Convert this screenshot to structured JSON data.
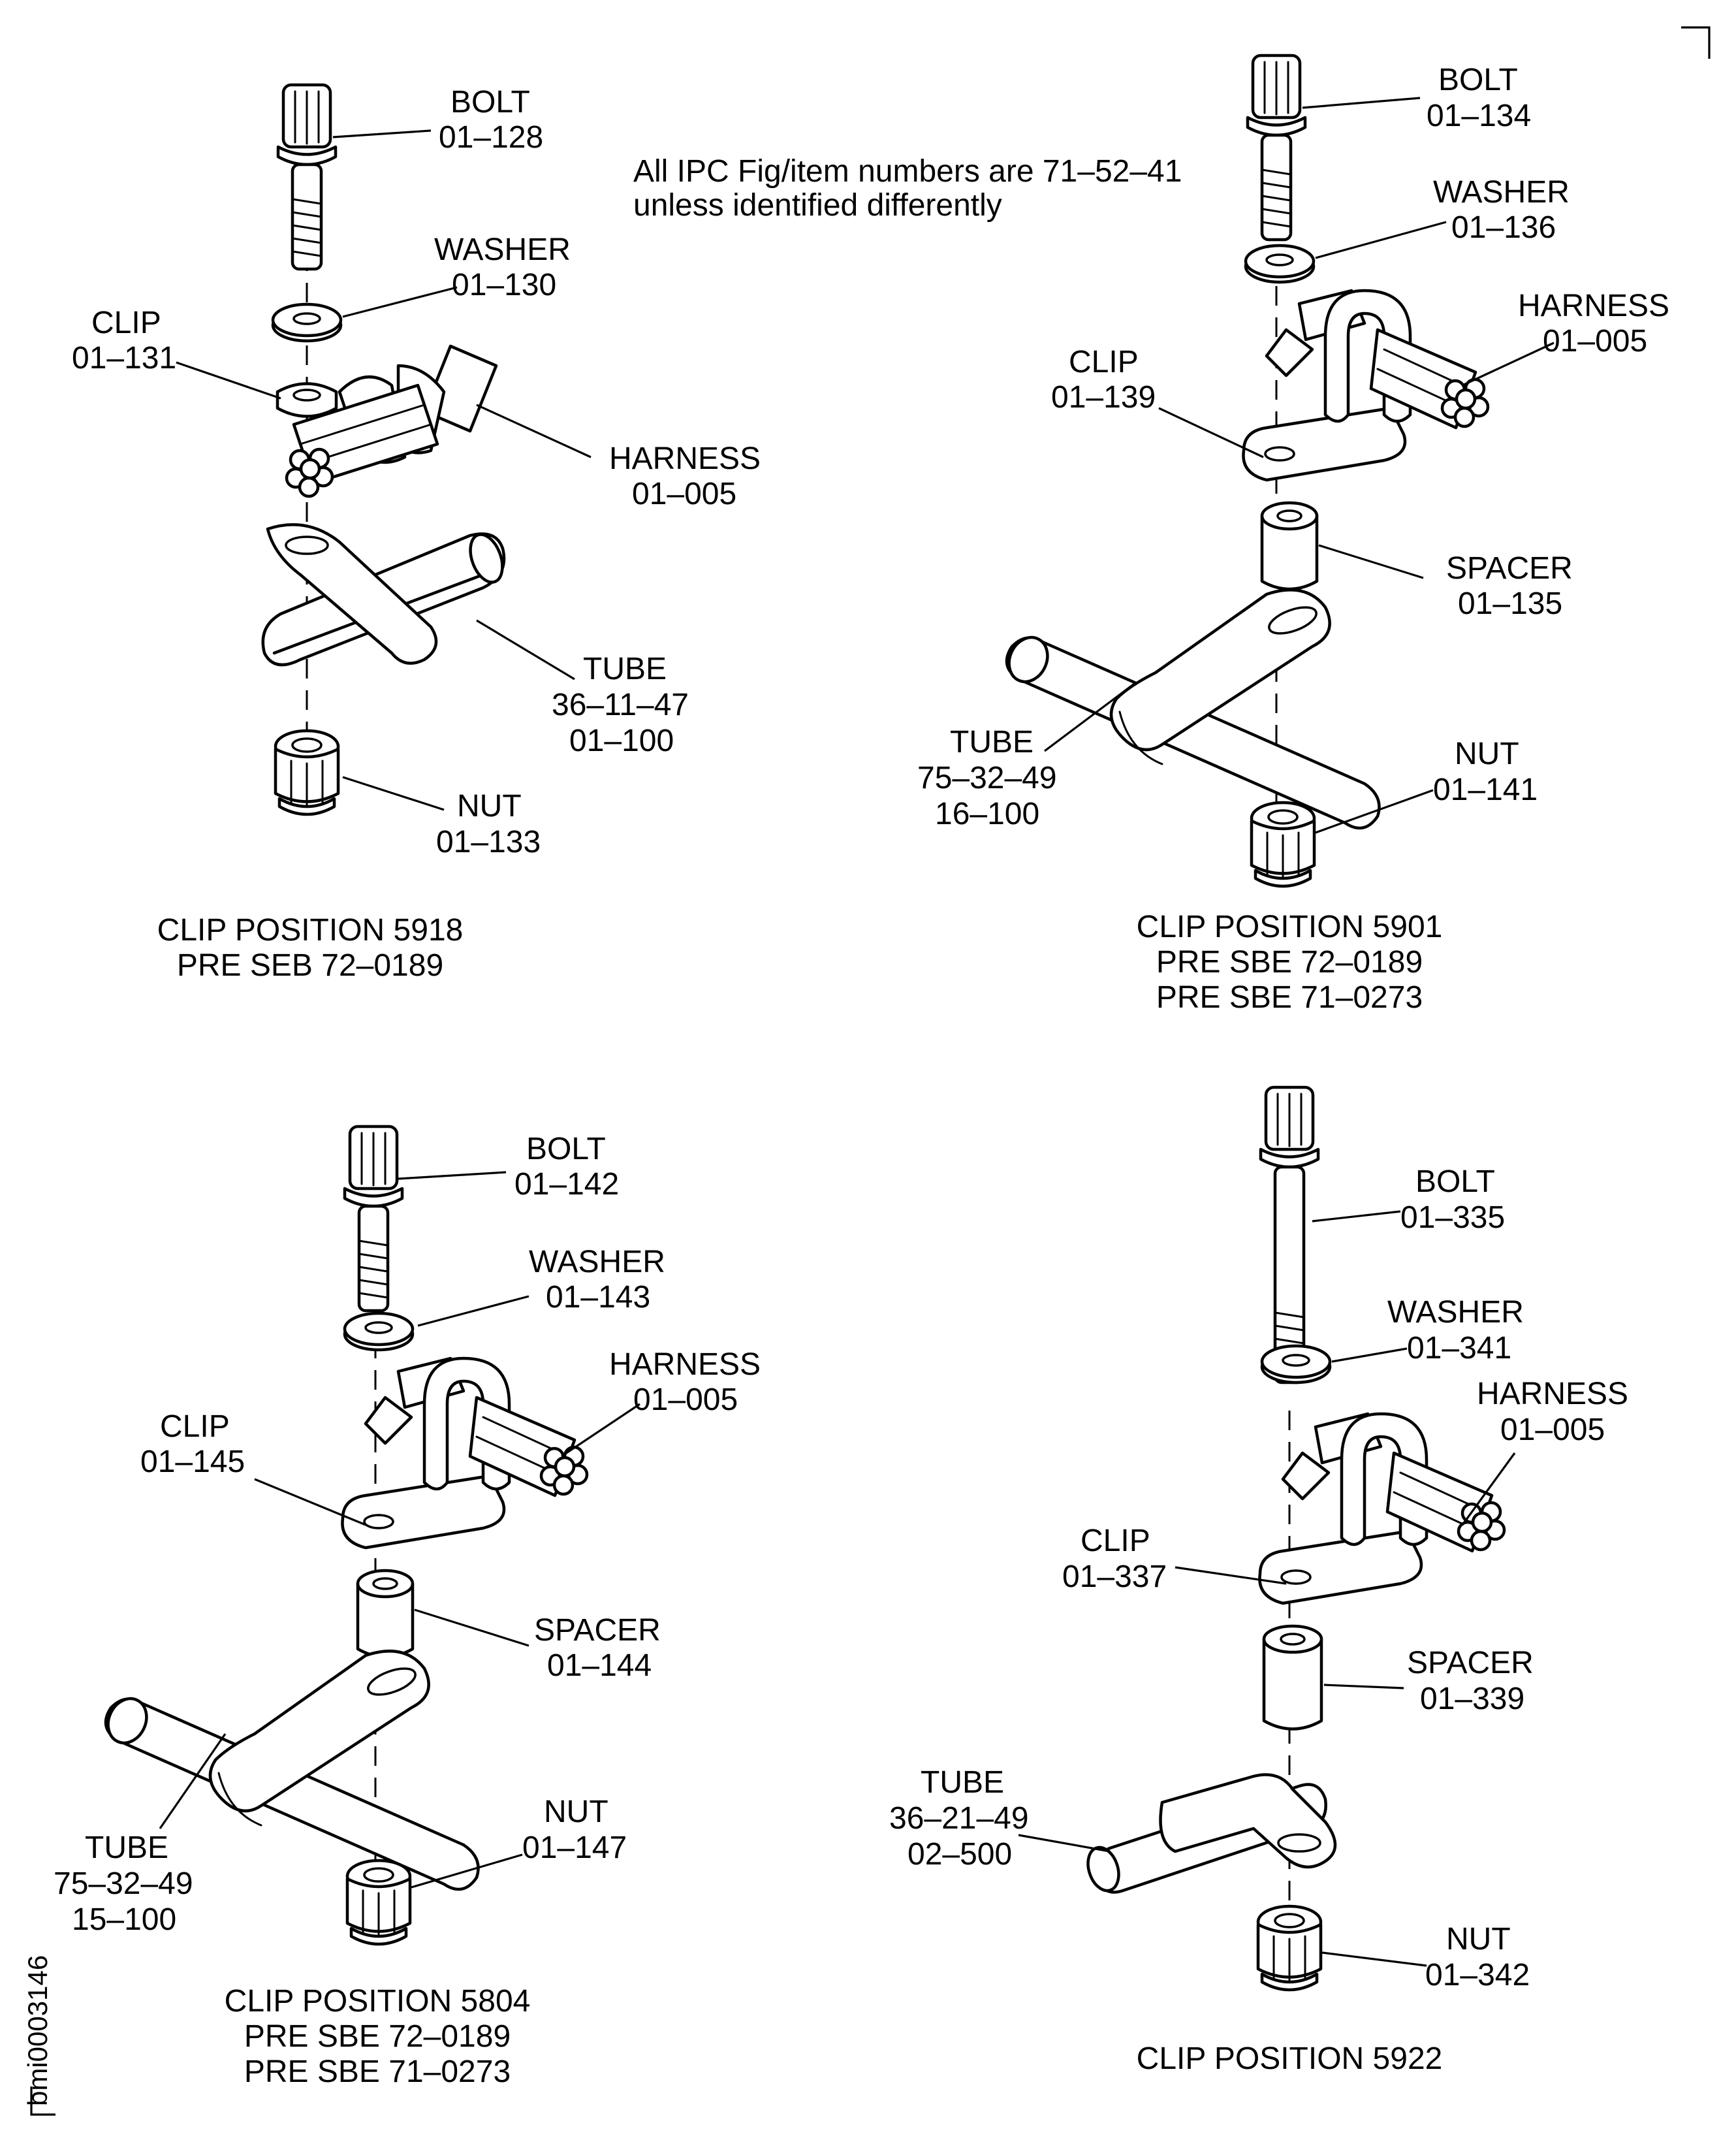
{
  "note": {
    "line1": "All IPC Fig/item numbers are 71–52–41",
    "line2": "unless identified differently"
  },
  "figure_id": "bmi0003146",
  "panels": [
    {
      "id": "5918",
      "caption": [
        "CLIP POSITION 5918",
        "PRE SEB 72–0189"
      ],
      "callouts": [
        {
          "name": "BOLT",
          "refs": [
            "01–128"
          ]
        },
        {
          "name": "WASHER",
          "refs": [
            "01–130"
          ]
        },
        {
          "name": "CLIP",
          "refs": [
            "01–131"
          ]
        },
        {
          "name": "HARNESS",
          "refs": [
            "01–005"
          ]
        },
        {
          "name": "TUBE",
          "refs": [
            "36–11–47",
            "01–100"
          ]
        },
        {
          "name": "NUT",
          "refs": [
            "01–133"
          ]
        }
      ]
    },
    {
      "id": "5901",
      "caption": [
        "CLIP POSITION 5901",
        "PRE SBE 72–0189",
        "PRE SBE 71–0273"
      ],
      "callouts": [
        {
          "name": "BOLT",
          "refs": [
            "01–134"
          ]
        },
        {
          "name": "WASHER",
          "refs": [
            "01–136"
          ]
        },
        {
          "name": "HARNESS",
          "refs": [
            "01–005"
          ]
        },
        {
          "name": "CLIP",
          "refs": [
            "01–139"
          ]
        },
        {
          "name": "SPACER",
          "refs": [
            "01–135"
          ]
        },
        {
          "name": "TUBE",
          "refs": [
            "75–32–49",
            "16–100"
          ]
        },
        {
          "name": "NUT",
          "refs": [
            "01–141"
          ]
        }
      ]
    },
    {
      "id": "5804",
      "caption": [
        "CLIP POSITION 5804",
        "PRE SBE 72–0189",
        "PRE SBE 71–0273"
      ],
      "callouts": [
        {
          "name": "BOLT",
          "refs": [
            "01–142"
          ]
        },
        {
          "name": "WASHER",
          "refs": [
            "01–143"
          ]
        },
        {
          "name": "HARNESS",
          "refs": [
            "01–005"
          ]
        },
        {
          "name": "CLIP",
          "refs": [
            "01–145"
          ]
        },
        {
          "name": "SPACER",
          "refs": [
            "01–144"
          ]
        },
        {
          "name": "NUT",
          "refs": [
            "01–147"
          ]
        },
        {
          "name": "TUBE",
          "refs": [
            "75–32–49",
            "15–100"
          ]
        }
      ]
    },
    {
      "id": "5922",
      "caption": [
        "CLIP POSITION 5922"
      ],
      "callouts": [
        {
          "name": "BOLT",
          "refs": [
            "01–335"
          ]
        },
        {
          "name": "WASHER",
          "refs": [
            "01–341"
          ]
        },
        {
          "name": "HARNESS",
          "refs": [
            "01–005"
          ]
        },
        {
          "name": "CLIP",
          "refs": [
            "01–337"
          ]
        },
        {
          "name": "SPACER",
          "refs": [
            "01–339"
          ]
        },
        {
          "name": "TUBE",
          "refs": [
            "36–21–49",
            "02–500"
          ]
        },
        {
          "name": "NUT",
          "refs": [
            "01–342"
          ]
        }
      ]
    }
  ]
}
